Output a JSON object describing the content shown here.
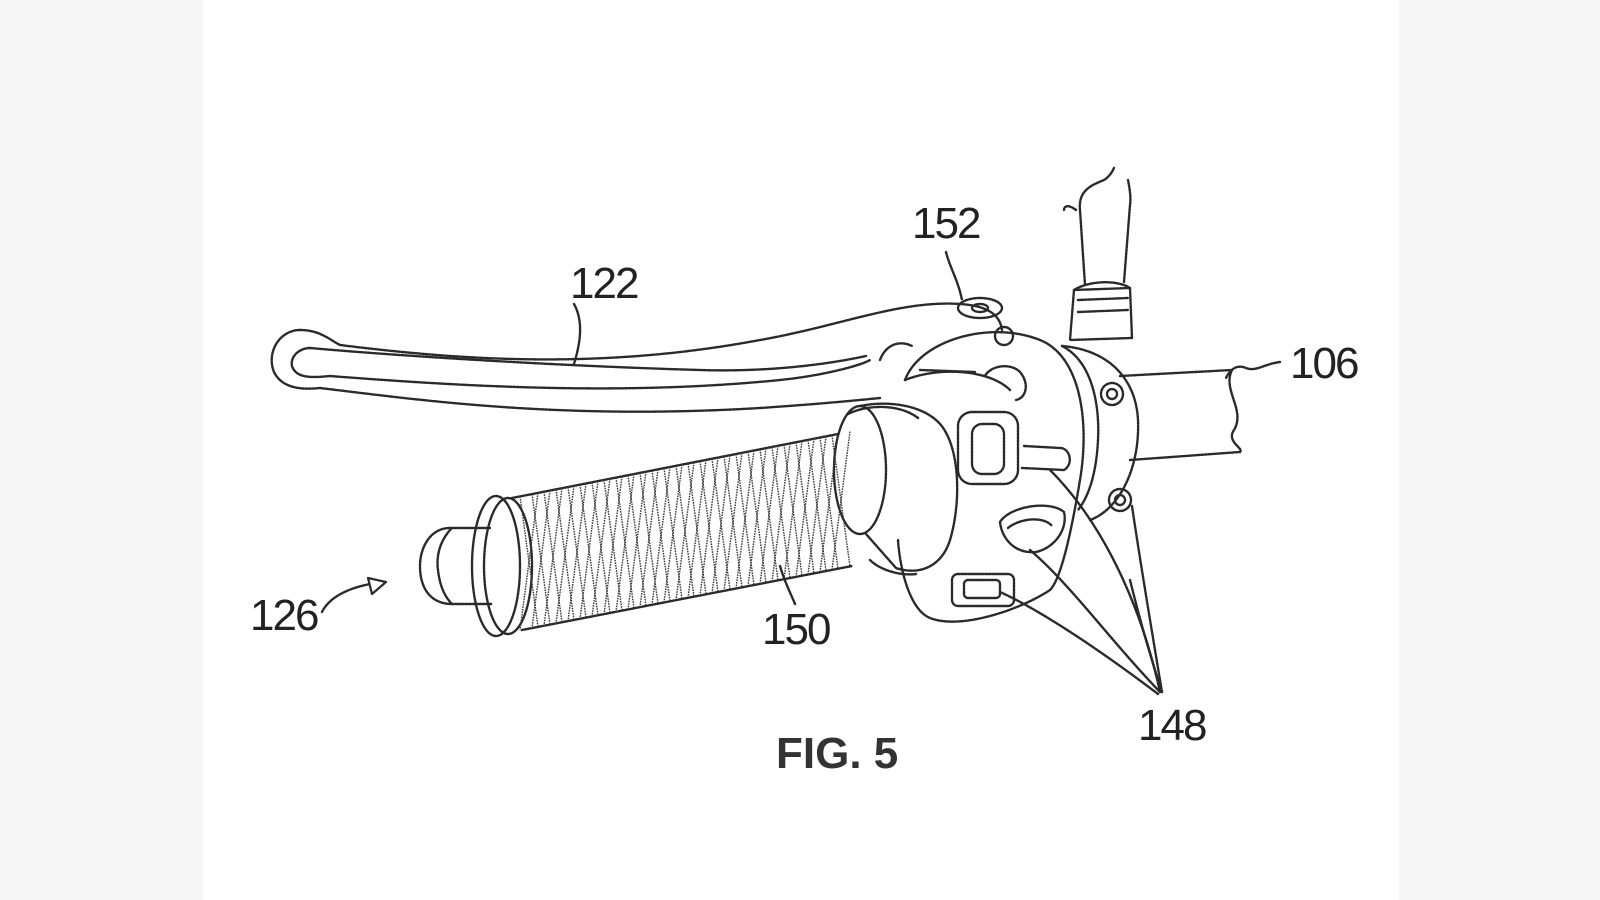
{
  "figure": {
    "caption": "FIG. 5",
    "refs": {
      "lever": "122",
      "pivot": "152",
      "handlebar": "106",
      "assembly": "126",
      "grip": "150",
      "switches": "148"
    }
  }
}
